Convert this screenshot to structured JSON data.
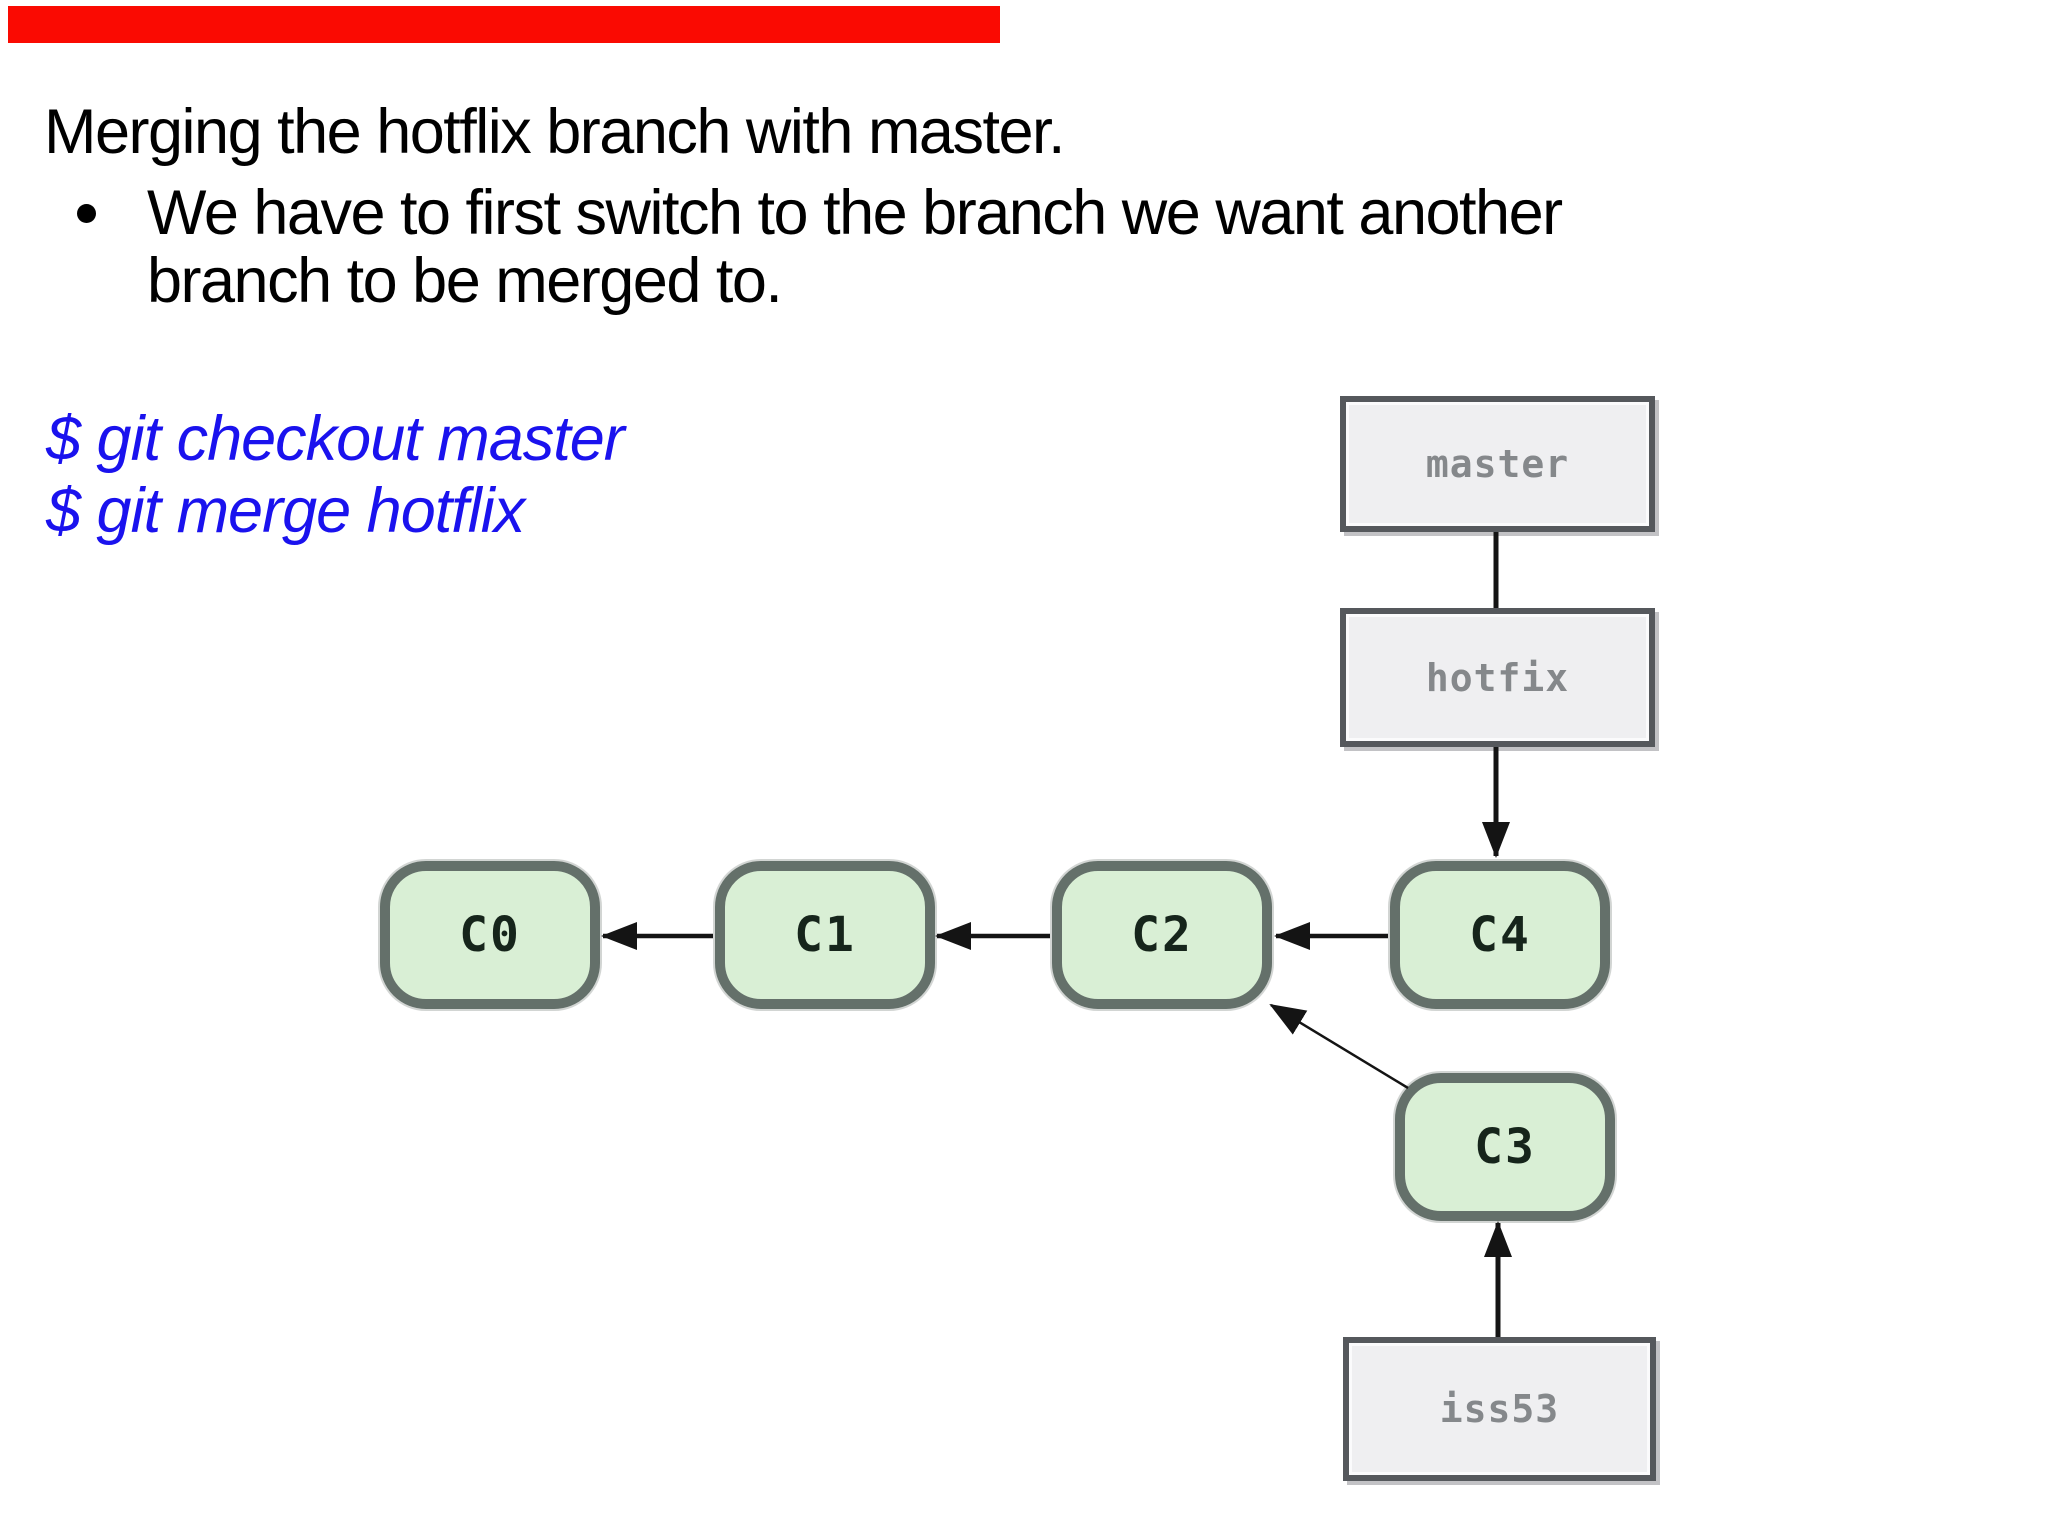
{
  "slide": {
    "accent_bar_color": "#fa0a02",
    "title": "Merging the hotflix branch with master.",
    "bullet_lines": [
      "We have to first switch to the branch we want another",
      "branch to be merged to."
    ],
    "code_lines": [
      "$ git checkout master",
      "$ git merge hotflix"
    ],
    "code_color": "#1a12ee"
  },
  "diagram": {
    "branches": [
      {
        "id": "master",
        "label": "master"
      },
      {
        "id": "hotfix",
        "label": "hotfix"
      },
      {
        "id": "iss53",
        "label": "iss53"
      }
    ],
    "commits": [
      {
        "id": "C0",
        "label": "C0"
      },
      {
        "id": "C1",
        "label": "C1"
      },
      {
        "id": "C2",
        "label": "C2"
      },
      {
        "id": "C3",
        "label": "C3"
      },
      {
        "id": "C4",
        "label": "C4"
      }
    ],
    "edges": [
      {
        "from": "master",
        "to": "hotfix",
        "arrow": false
      },
      {
        "from": "hotfix",
        "to": "C4",
        "arrow": true
      },
      {
        "from": "C4",
        "to": "C2",
        "arrow": true
      },
      {
        "from": "C2",
        "to": "C1",
        "arrow": true
      },
      {
        "from": "C1",
        "to": "C0",
        "arrow": true
      },
      {
        "from": "C3",
        "to": "C2",
        "arrow": true
      },
      {
        "from": "iss53",
        "to": "C3",
        "arrow": true
      }
    ],
    "colors": {
      "commit_fill": "#d9efd5",
      "commit_border": "#64706a",
      "branch_fill": "#efeff1",
      "branch_border": "#55585c",
      "label_gray": "#85888b",
      "arrow": "#141414"
    }
  }
}
